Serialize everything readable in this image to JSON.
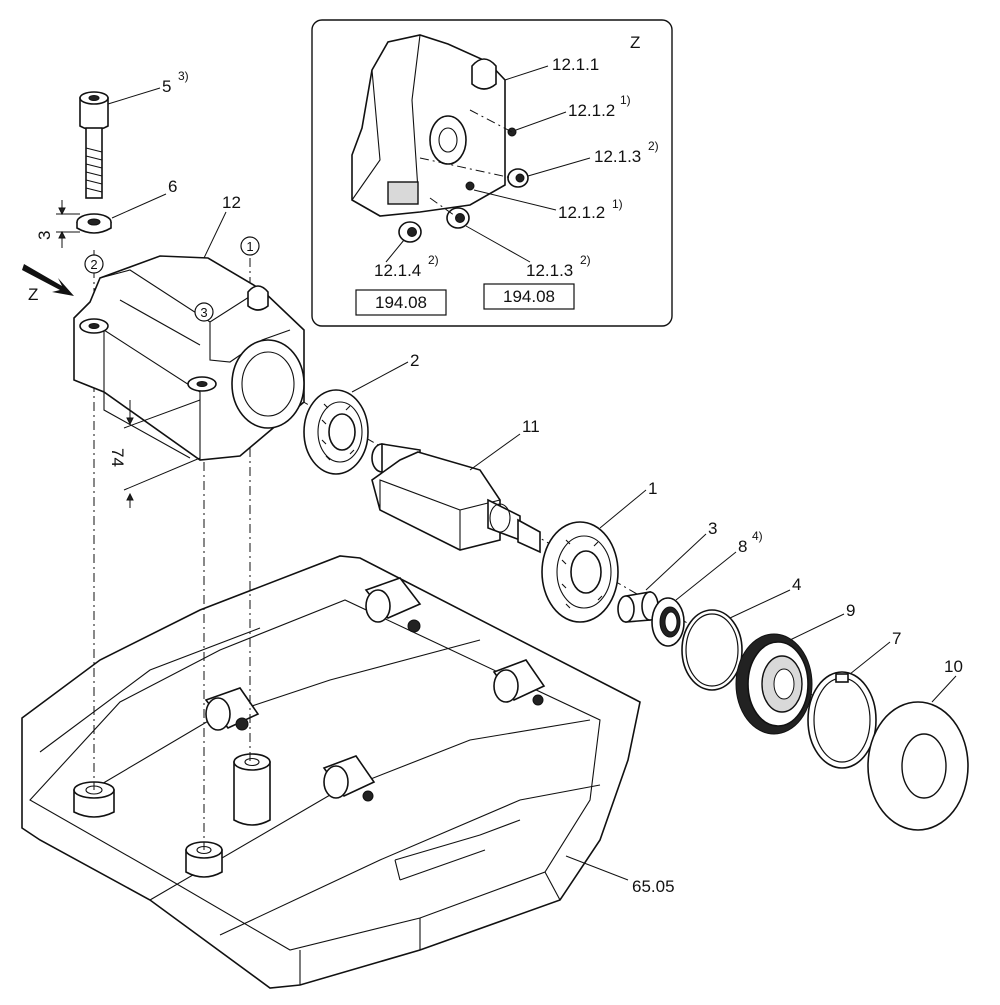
{
  "detail_view": {
    "view_label": "Z",
    "labels": {
      "p12_1_1": "12.1.1",
      "p12_1_2_top": "12.1.2",
      "p12_1_2_top_note": "1)",
      "p12_1_3_top": "12.1.3",
      "p12_1_3_top_note": "2)",
      "p12_1_2_bottom": "12.1.2",
      "p12_1_2_bottom_note": "1)",
      "p12_1_4": "12.1.4",
      "p12_1_4_note": "2)",
      "p12_1_3_bottom": "12.1.3",
      "p12_1_3_bottom_note": "2)"
    },
    "ref_boxes": [
      "194.08",
      "194.08"
    ]
  },
  "main_view": {
    "view_arrow_label": "Z",
    "parts": {
      "p5": "5",
      "p5_note": "3)",
      "p6": "6",
      "p12": "12",
      "p2": "2",
      "p11": "11",
      "p1": "1",
      "p3": "3",
      "p8": "8",
      "p8_note": "4)",
      "p4": "4",
      "p9": "9",
      "p7": "7",
      "p10": "10",
      "p65_05": "65.05"
    },
    "dimensions": {
      "washer_gap": "3",
      "housing_offset": "74"
    },
    "circled_markers": [
      "1",
      "2",
      "3"
    ]
  }
}
